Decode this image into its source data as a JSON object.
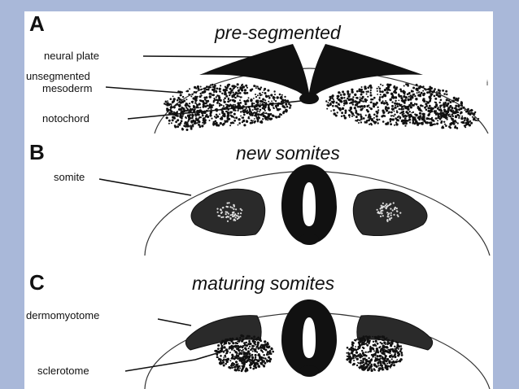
{
  "panels": [
    {
      "letter": "A",
      "title": "pre-segmented",
      "labels": {
        "neural_plate": "neural plate",
        "unsegmented_line1": "unsegmented",
        "unsegmented_line2": "mesoderm",
        "notochord": "notochord"
      }
    },
    {
      "letter": "B",
      "title": "new somites",
      "labels": {
        "somite": "somite"
      }
    },
    {
      "letter": "C",
      "title": "maturing somites",
      "labels": {
        "dermomyotome": "dermomyotome",
        "sclerotome": "sclerotome"
      }
    }
  ],
  "colors": {
    "background": "#a9b8d9",
    "panel": "#ffffff",
    "ink": "#111111"
  }
}
